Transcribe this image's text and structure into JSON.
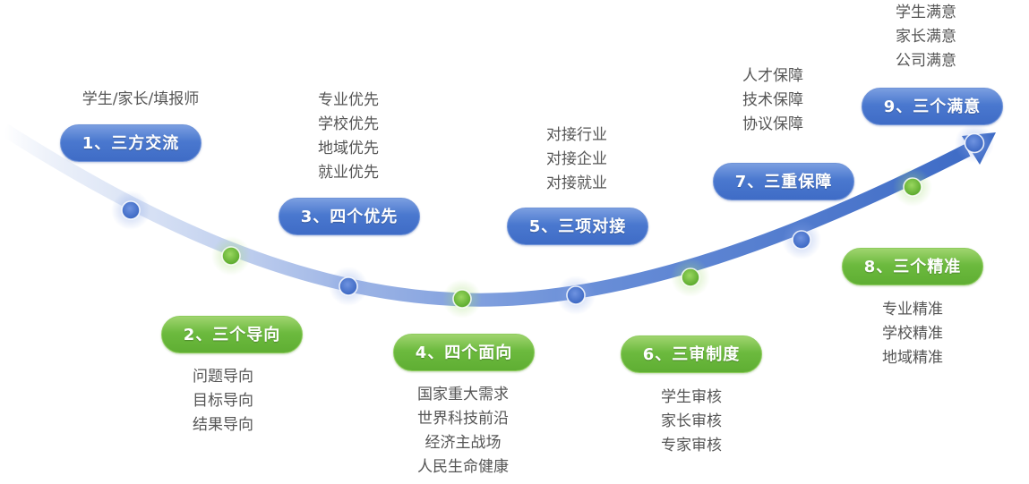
{
  "diagram": {
    "colors": {
      "blue": "#4a78cf",
      "green": "#6cba3e",
      "text": "#555555"
    },
    "steps": [
      {
        "label": "1、三方交流",
        "color": "blue",
        "items": [
          "学生/家长/填报师"
        ]
      },
      {
        "label": "2、三个导向",
        "color": "green",
        "items": [
          "问题导向",
          "目标导向",
          "结果导向"
        ]
      },
      {
        "label": "3、四个优先",
        "color": "blue",
        "items": [
          "专业优先",
          "学校优先",
          "地域优先",
          "就业优先"
        ]
      },
      {
        "label": "4、四个面向",
        "color": "green",
        "items": [
          "国家重大需求",
          "世界科技前沿",
          "经济主战场",
          "人民生命健康"
        ]
      },
      {
        "label": "5、三项对接",
        "color": "blue",
        "items": [
          "对接行业",
          "对接企业",
          "对接就业"
        ]
      },
      {
        "label": "6、三审制度",
        "color": "green",
        "items": [
          "学生审核",
          "家长审核",
          "专家审核"
        ]
      },
      {
        "label": "7、三重保障",
        "color": "blue",
        "items": [
          "人才保障",
          "技术保障",
          "协议保障"
        ]
      },
      {
        "label": "8、三个精准",
        "color": "green",
        "items": [
          "专业精准",
          "学校精准",
          "地域精准"
        ]
      },
      {
        "label": "9、三个满意",
        "color": "blue",
        "items": [
          "学生满意",
          "家长满意",
          "公司满意"
        ]
      }
    ]
  }
}
